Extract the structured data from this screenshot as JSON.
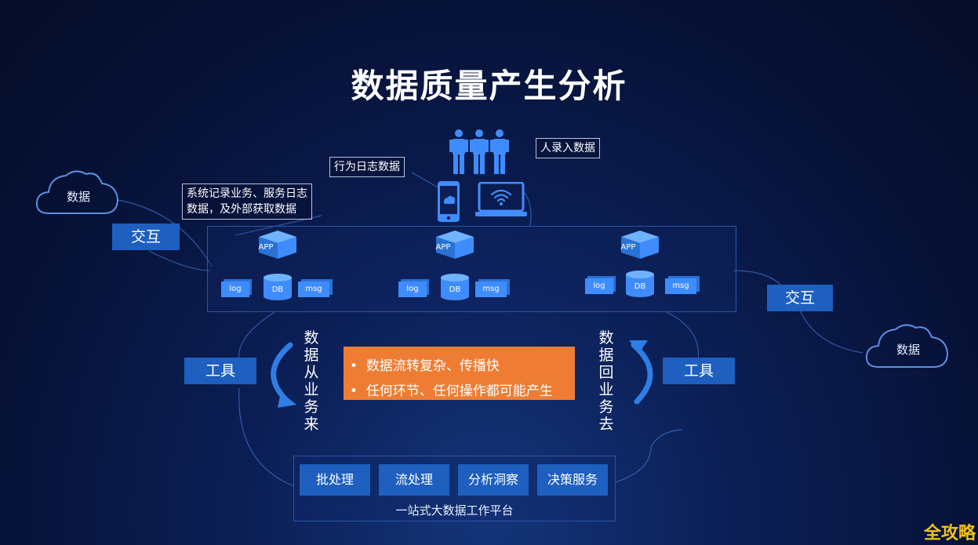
{
  "title": "数据质量产生分析",
  "cloud_left": "数据",
  "cloud_right": "数据",
  "interact_left": "交互",
  "interact_right": "交互",
  "tool_left": "工具",
  "tool_right": "工具",
  "note_people": "人录入数据",
  "note_behavior": "行为日志数据",
  "note_system": [
    "系统记录业务、服务日志",
    "数据，及外部获取数据"
  ],
  "app_groups": [
    {
      "app": "APP",
      "log": "log",
      "db": "DB",
      "msg": "msg"
    },
    {
      "app": "APP",
      "log": "log",
      "db": "DB",
      "msg": "msg"
    },
    {
      "app": "APP",
      "log": "log",
      "db": "DB",
      "msg": "msg"
    }
  ],
  "vertical_left": "数据从业务来",
  "vertical_right": "数据回业务去",
  "bullets": [
    "数据流转复杂、传播快",
    "任何环节、任何操作都可能产生"
  ],
  "platform_buttons": [
    "批处理",
    "流处理",
    "分析洞察",
    "决策服务"
  ],
  "platform_label": "一站式大数据工作平台",
  "watermark": "全攻略",
  "colors": {
    "accent_blue": "#1e5fbf",
    "orange": "#ee7d33",
    "icon_blue": "#3f8cff"
  }
}
